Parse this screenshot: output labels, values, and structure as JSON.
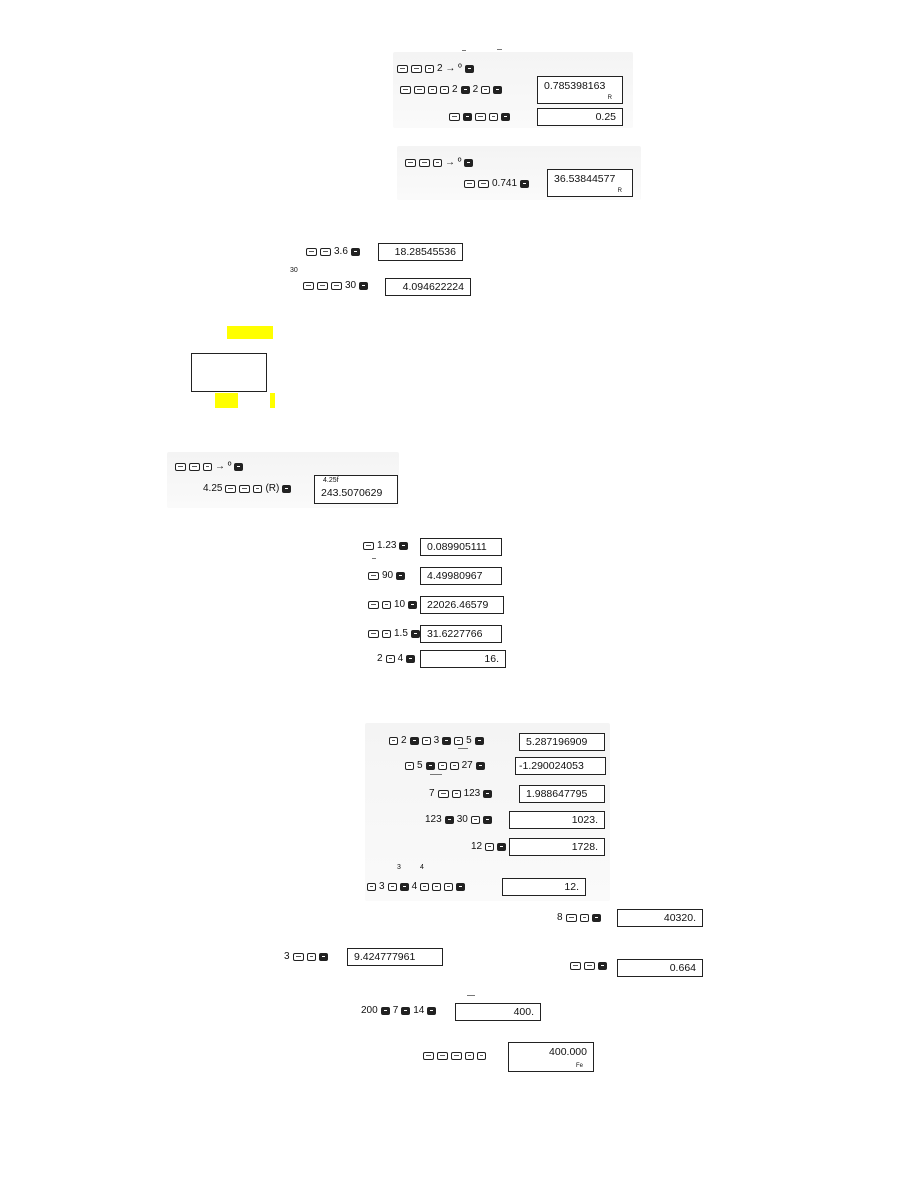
{
  "displays": {
    "d1": "0.785398163",
    "d1_ind": "R",
    "d2": "0.25",
    "d3": "36.53844577",
    "d3_ind": "R",
    "d4": "18.28545536",
    "d5": "4.094622224",
    "d6_top": "4.25f",
    "d6": "243.5070629",
    "d7": "0.089905111",
    "d8": "4.49980967",
    "d9": "22026.46579",
    "d10": "31.6227766",
    "d11": "16.",
    "d12": "5.287196909",
    "d13": "-1.290024053",
    "d14": "1.988647795",
    "d15": "1023.",
    "d16": "1728.",
    "d17": "12.",
    "d18": "40320.",
    "d19": "9.424777961",
    "d20": "0.664",
    "d21": "400.",
    "d22": "400.000",
    "d22_ind": "Fe"
  },
  "inputs": {
    "r1": "2 → º",
    "r2_a": "2",
    "r2_b": "2",
    "r3": "0.741",
    "r4": "3.6",
    "r5": "30",
    "r6": "→ º",
    "r7_a": "4.25",
    "r7_b": "(R)",
    "r8": "1.23",
    "r9": "90",
    "r10": "10",
    "r11": "1.5",
    "r12_a": "2",
    "r12_b": "4",
    "r13_a": "2",
    "r13_b": "3",
    "r13_c": "5",
    "r14_a": "5",
    "r14_b": "27",
    "r15_a": "7",
    "r15_b": "123",
    "r16_a": "123",
    "r16_b": "30",
    "r17": "12",
    "r18_a": "3",
    "r18_b": "4",
    "r19": "8",
    "r20": "3",
    "r21_a": "200",
    "r21_b": "7",
    "r21_c": "14",
    "sup_34_a": "3",
    "sup_34_b": "4",
    "label_30": "30"
  }
}
